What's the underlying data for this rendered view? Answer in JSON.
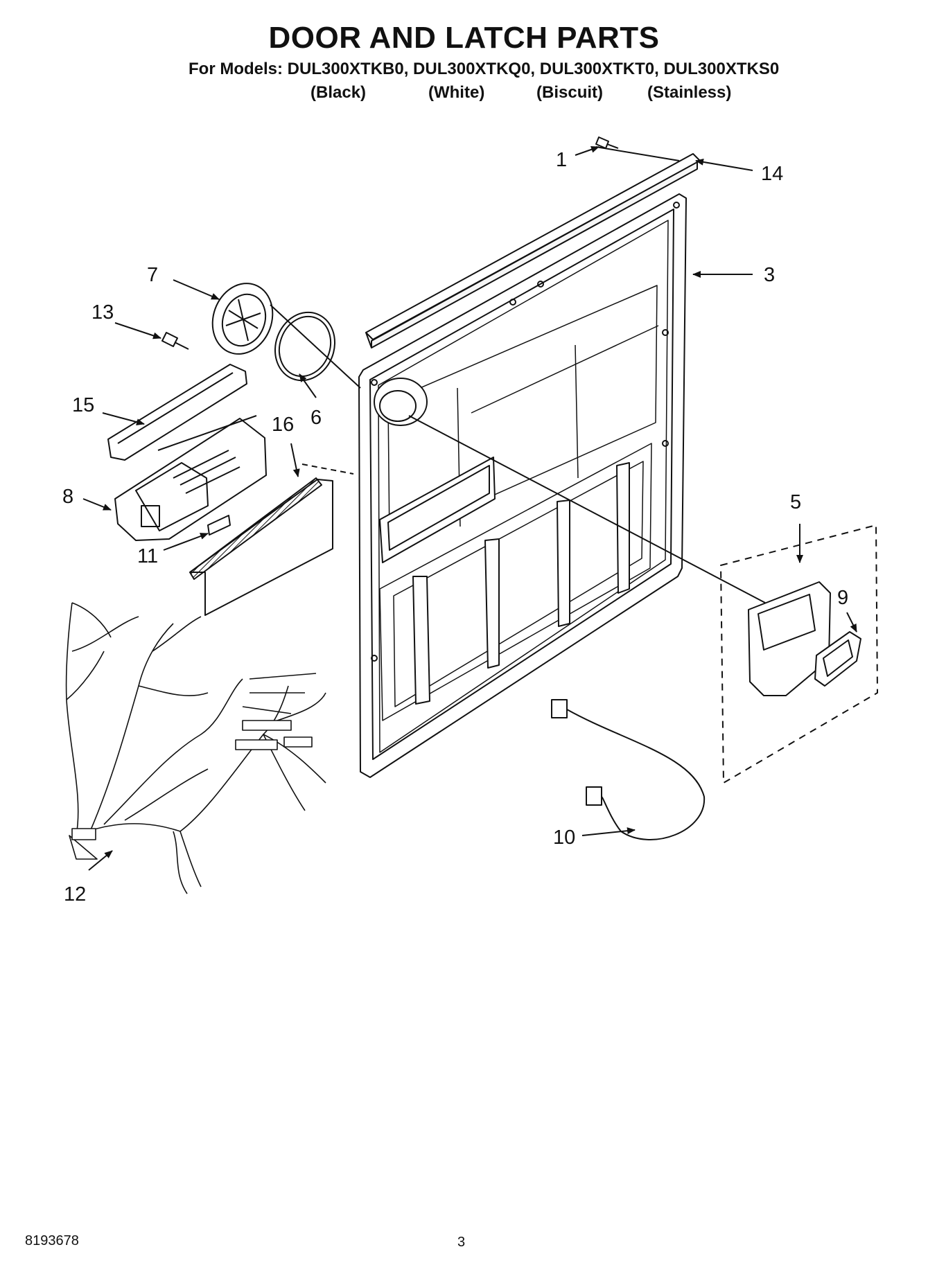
{
  "title": "DOOR AND LATCH PARTS",
  "models_line": "For Models: DUL300XTKB0, DUL300XTKQ0, DUL300XTKT0, DUL300XTKS0",
  "variants": [
    "(Black)",
    "(White)",
    "(Biscuit)",
    "(Stainless)"
  ],
  "callouts": {
    "c1": "1",
    "c3": "3",
    "c5": "5",
    "c6": "6",
    "c7": "7",
    "c8": "8",
    "c9": "9",
    "c10": "10",
    "c11": "11",
    "c12": "12",
    "c13": "13",
    "c14": "14",
    "c15": "15",
    "c16": "16"
  },
  "footer": {
    "doc_number": "8193678",
    "page": "3"
  }
}
